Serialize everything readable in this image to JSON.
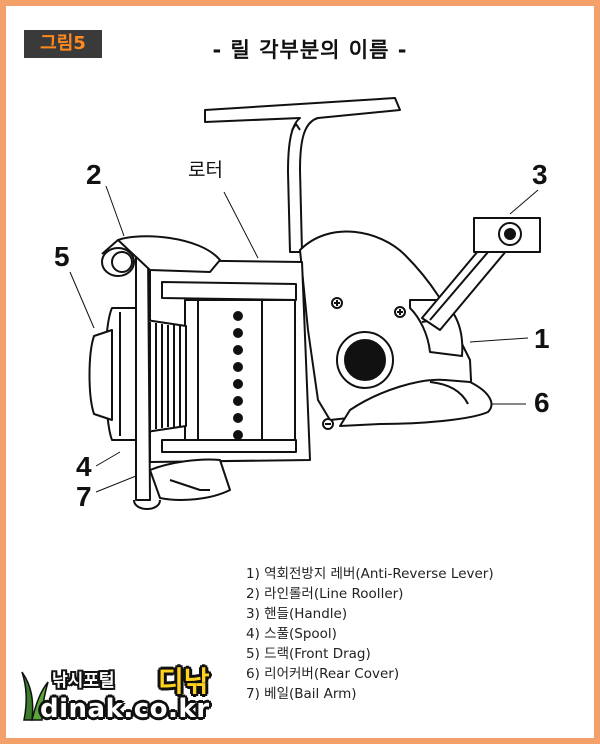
{
  "header": {
    "figure_label": "그림5",
    "title": "- 릴 각부분의 이름 -"
  },
  "diagram": {
    "callouts": [
      "2",
      "3",
      "5",
      "1",
      "6",
      "4",
      "7"
    ],
    "rotor_label": "로터"
  },
  "legend": {
    "items": [
      "1) 역회전방지 레버(Anti-Reverse Lever)",
      "2) 라인롤러(Line Rooller)",
      "3) 핸들(Handle)",
      "4) 스풀(Spool)",
      "5) 드랙(Front Drag)",
      "6) 리어커버(Rear Cover)",
      "7) 베일(Bail Arm)"
    ]
  },
  "logo": {
    "tagline": "낚시포털",
    "brand": "디낚",
    "url": "dinak.co.kr"
  },
  "colors": {
    "border": "#f3a06a",
    "badge_bg": "#3a3a3a",
    "badge_text": "#ff8a1f",
    "brand_yellow": "#ffd21e"
  }
}
